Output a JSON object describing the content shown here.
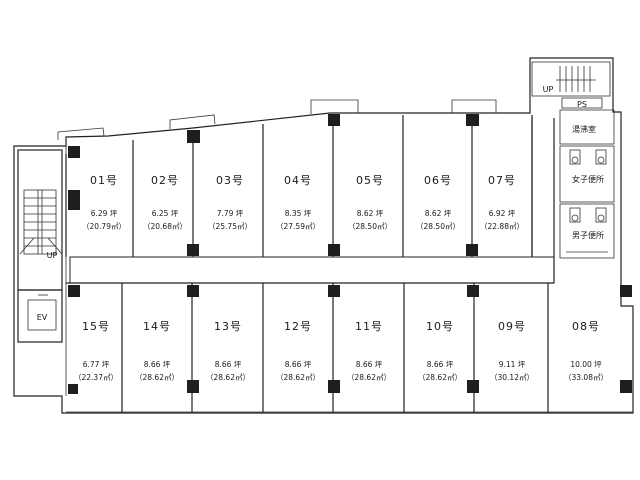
{
  "units_top": [
    {
      "id": "01",
      "label": "01号",
      "tsubo": "6.29 坪",
      "sqm": "（20.79㎡）"
    },
    {
      "id": "02",
      "label": "02号",
      "tsubo": "6.25 坪",
      "sqm": "（20.68㎡）"
    },
    {
      "id": "03",
      "label": "03号",
      "tsubo": "7.79 坪",
      "sqm": "（25.75㎡）"
    },
    {
      "id": "04",
      "label": "04号",
      "tsubo": "8.35 坪",
      "sqm": "（27.59㎡）"
    },
    {
      "id": "05",
      "label": "05号",
      "tsubo": "8.62 坪",
      "sqm": "（28.50㎡）"
    },
    {
      "id": "06",
      "label": "06号",
      "tsubo": "8.62 坪",
      "sqm": "（28.50㎡）"
    },
    {
      "id": "07",
      "label": "07号",
      "tsubo": "6.92 坪",
      "sqm": "（22.88㎡）"
    }
  ],
  "units_bottom": [
    {
      "id": "15",
      "label": "15号",
      "tsubo": "6.77 坪",
      "sqm": "（22.37㎡）"
    },
    {
      "id": "14",
      "label": "14号",
      "tsubo": "8.66 坪",
      "sqm": "（28.62㎡）"
    },
    {
      "id": "13",
      "label": "13号",
      "tsubo": "8.66 坪",
      "sqm": "（28.62㎡）"
    },
    {
      "id": "12",
      "label": "12号",
      "tsubo": "8.66 坪",
      "sqm": "（28.62㎡）"
    },
    {
      "id": "11",
      "label": "11号",
      "tsubo": "8.66 坪",
      "sqm": "（28.62㎡）"
    },
    {
      "id": "10",
      "label": "10号",
      "tsubo": "8.66 坪",
      "sqm": "（28.62㎡）"
    },
    {
      "id": "09",
      "label": "09号",
      "tsubo": "9.11 坪",
      "sqm": "（30.12㎡）"
    },
    {
      "id": "08",
      "label": "08号",
      "tsubo": "10.00 坪",
      "sqm": "（33.08㎡）"
    }
  ],
  "facilities": {
    "ev": "EV",
    "ps": "PS",
    "up_left": "UP",
    "up_right": "UP",
    "kitchen": "湯沸室",
    "womens_toilet": "女子便所",
    "mens_toilet": "男子便所"
  }
}
